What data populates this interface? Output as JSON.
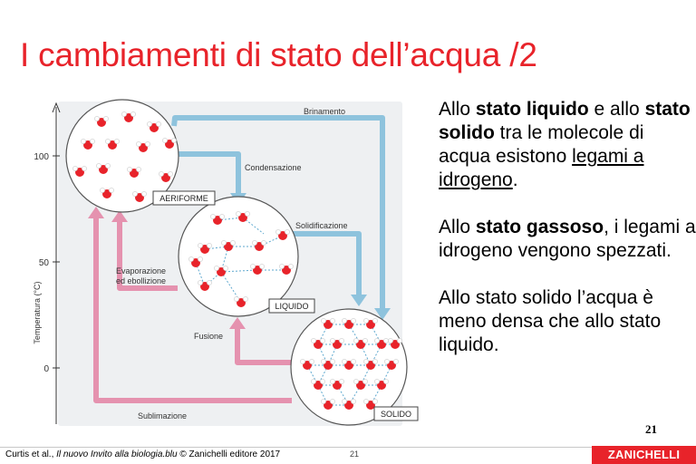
{
  "slide": {
    "title": "I cambiamenti di stato dell’acqua /2",
    "page_number": "21"
  },
  "diagram": {
    "y_axis": {
      "label": "Temperatura (°C)",
      "ticks": [
        "100",
        "50",
        "0"
      ]
    },
    "states": {
      "gas": "AERIFORME",
      "liquid": "LIQUIDO",
      "solid": "SOLIDO"
    },
    "transitions": {
      "deposition": "Brinamento",
      "condensation": "Condensazione",
      "solidification": "Solidificazione",
      "evaporation_line1": "Evaporazione",
      "evaporation_line2": "ed ebollizione",
      "melting": "Fusione",
      "sublimation": "Sublimazione"
    },
    "colors": {
      "cooling_arrow": "#8ec3dd",
      "heating_arrow": "#e592af",
      "panel": "#eef0f2",
      "molecule": "#e8232a"
    }
  },
  "text": {
    "p1": {
      "a": "Allo ",
      "b1": "stato liquido",
      "c": " e allo ",
      "b2": "stato solido",
      "d": " tra le molecole di acqua esistono ",
      "u": "legami a idrogeno",
      "e": "."
    },
    "p2": {
      "a": "Allo ",
      "b": "stato gassoso",
      "c": ", i legami a idrogeno vengono spezzati."
    },
    "p3": "Allo stato solido l’acqua è meno densa che allo stato liquido."
  },
  "footer": {
    "credit_prefix": "Curtis et al., ",
    "credit_title": "Il nuovo Invito alla biologia.blu",
    "credit_suffix": " © Zanichelli editore 2017",
    "slide_number": "21",
    "logo": "ZANICHELLI"
  }
}
